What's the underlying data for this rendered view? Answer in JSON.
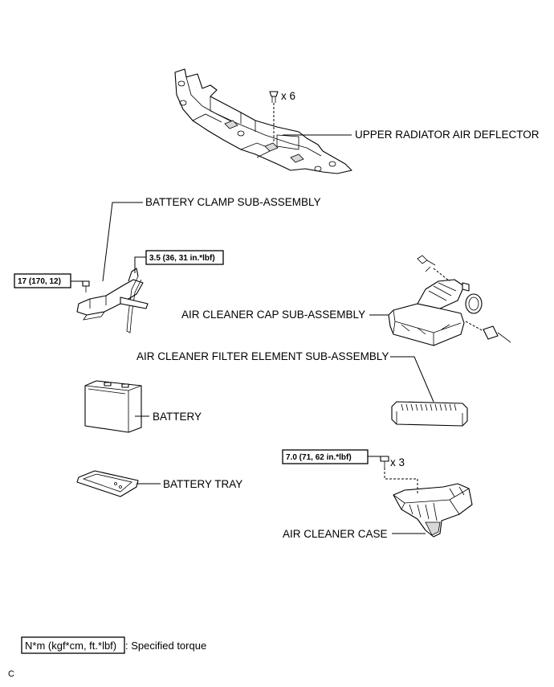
{
  "labels": {
    "upper_deflector": "UPPER RADIATOR AIR DEFLECTOR",
    "battery_clamp": "BATTERY CLAMP SUB-ASSEMBLY",
    "air_cleaner_cap": "AIR CLEANER CAP SUB-ASSEMBLY",
    "air_cleaner_filter": "AIR CLEANER FILTER ELEMENT SUB-ASSEMBLY",
    "battery": "BATTERY",
    "battery_tray": "BATTERY TRAY",
    "air_cleaner_case": "AIR CLEANER CASE"
  },
  "torques": {
    "clamp_nut": "17 (170, 12)",
    "clamp_bolt": "3.5 (36, 31 in.*lbf)",
    "case_bolt": "7.0 (71, 62 in.*lbf)"
  },
  "quantities": {
    "deflector_clips": "x 6",
    "case_bolts": "x 3"
  },
  "legend": {
    "box_text": "N*m (kgf*cm, ft.*lbf)",
    "description": ": Specified torque"
  },
  "corner_code": "C"
}
